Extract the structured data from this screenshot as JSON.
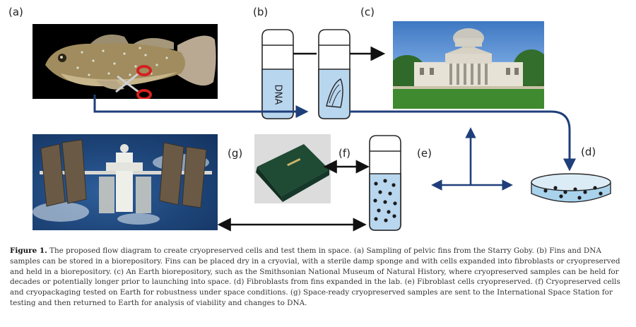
{
  "panel_labels": {
    "a": "(a)",
    "b": "(b)",
    "c": "(c)",
    "d": "(d)",
    "e": "(e)",
    "f": "(f)",
    "g": "(g)"
  },
  "vial_b_text": "DNA",
  "colors": {
    "arrow_blue": "#1f3f7a",
    "vial_fill": "#b9d6ef",
    "vial_outline": "#2a2a2a",
    "dish_fill": "#a9d2ec"
  },
  "icons": {
    "scissors": "scissors-icon",
    "sponge": "sponge-icon",
    "cells": "cell-dots-icon"
  },
  "caption": {
    "figure_label": "Figure 1.",
    "text": "The proposed flow diagram to create cryopreserved cells and test them in space. (a) Sampling of pelvic fins from the Starry Goby. (b) Fins and DNA samples can be stored in a biorepository. Fins can be placed dry in a cryovial, with a sterile damp sponge and with cells expanded into fibroblasts or cryopreserved and held in a biorepository. (c) An Earth biorepository, such as the Smithsonian National Museum of Natural History, where cryopreserved samples can be held for decades or potentially longer prior to launching into space. (d) Fibroblasts from fins expanded in the lab. (e) Fibroblast cells cryopreserved. (f) Cryopreserved cells and cryopackaging tested on Earth for robustness under space conditions. (g) Space-ready cryopreserved samples are sent to the International Space Station for testing and then returned to Earth for analysis of viability and changes to DNA."
  }
}
